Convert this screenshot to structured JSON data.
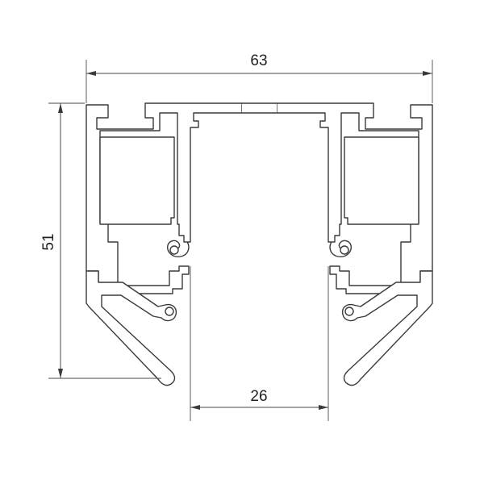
{
  "dimensions": {
    "overall_width": "63",
    "overall_height": "51",
    "opening_width": "26"
  },
  "colors": {
    "outline": "#3a3a3a",
    "dimension_lines": "#4a4a4a",
    "background": "#ffffff"
  }
}
